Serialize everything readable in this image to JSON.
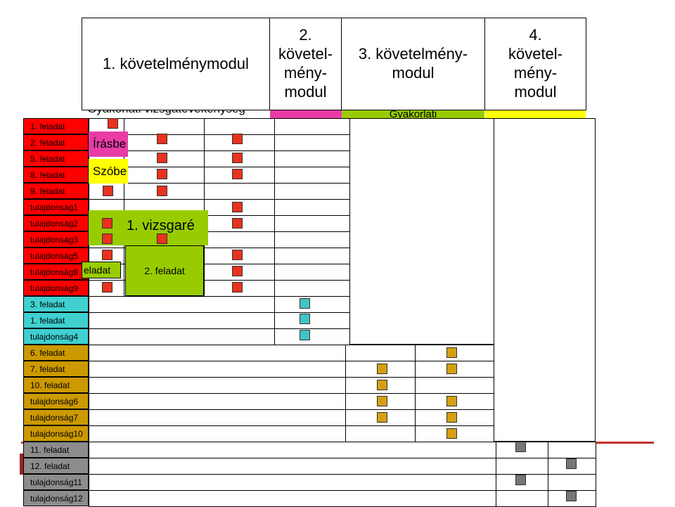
{
  "colors": {
    "red_marker": "#e8321e",
    "cyan_marker": "#40c4c4",
    "gold_marker": "#d4a011",
    "gray_marker": "#767676",
    "row_red": "#ff0000",
    "row_cyan": "#40d0d0",
    "row_gold": "#cc9900",
    "row_gray": "#8c8c8c",
    "written_pink": "#e93ca6",
    "oral_yellow": "#ffff00",
    "exam_green": "#99cc00",
    "practice_green": "#99cc00"
  },
  "headers": {
    "module1": "1. követelménymodul",
    "module2": "2.\nkövetel-\nmény-\nmodul",
    "module3": "3. követelmény-\nmodul",
    "module4": "4.\nkövetel-\nmény-\nmodul"
  },
  "subheaders": {
    "practical_activity": "Gyakorlati vizsgatevékenység",
    "practical_short": "Gyakorlati",
    "written": "Írásbe",
    "oral": "Szóbe",
    "exam_part": "1. vizsgaré",
    "task_cut": "eladat",
    "task2": "2. feladat"
  },
  "rows": [
    "1. feladat",
    "2. feladat",
    "5. feladat",
    "8. feladat",
    "9. feladat",
    "tulajdonság1",
    "tulajdonság2",
    "tulajdonság3",
    "tulajdonság5",
    "tulajdonság8",
    "tulajdonság9",
    "3. feladat",
    "1. feladat",
    "tulajdonság4",
    "6. feladat",
    "7. feladat",
    "10. feladat",
    "tulajdonság6",
    "tulajdonság7",
    "tulajdonság10",
    "11. feladat",
    "12. feladat",
    "tulajdonság11",
    "tulajdonság12"
  ]
}
